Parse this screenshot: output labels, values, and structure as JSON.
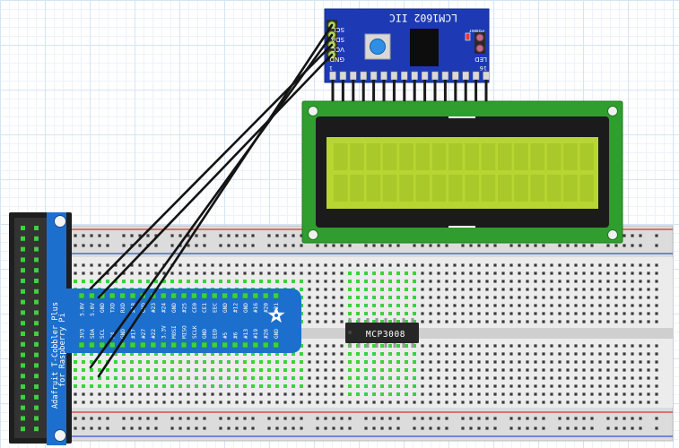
{
  "lcd_backpack": {
    "title": "LCM1602 IIC",
    "power_label": "Power",
    "led_label": "LED",
    "pin_labels": [
      "SCL",
      "SDA",
      "VCC",
      "GND"
    ],
    "pin1_label": "1",
    "pin16_label": "16"
  },
  "cobbler": {
    "title_line1": "Adafruit T-Cobbler Plus",
    "title_line2": "for Raspberry Pi",
    "top_row_labels": [
      "5.0V",
      "5.0V",
      "GND",
      "TXD",
      "RXD",
      "#18",
      "GND",
      "#23",
      "#24",
      "GND",
      "#25",
      "CE0",
      "CE1",
      "EEC",
      "GND",
      "#12",
      "GND",
      "#16",
      "#20",
      "#21"
    ],
    "bottom_row_labels": [
      "3V3",
      "SDA",
      "SCL",
      "#4",
      "GND",
      "#17",
      "#27",
      "#22",
      "3.3V",
      "MOSI",
      "MISO",
      "SCLK",
      "GND",
      "EED",
      "#5",
      "#6",
      "#13",
      "#19",
      "#26",
      "GND"
    ]
  },
  "chip": {
    "label": "MCP3008"
  },
  "colors": {
    "lcd_pcb": "#2f9e2f",
    "lcd_screen": "#b7d631",
    "backpack_pcb": "#1d3ab4",
    "cobbler_pcb": "#1d6fce",
    "connector": "#1e1e1e",
    "wire": "#141414",
    "rail_red": "#d8342f",
    "rail_blue": "#2f55c8"
  }
}
